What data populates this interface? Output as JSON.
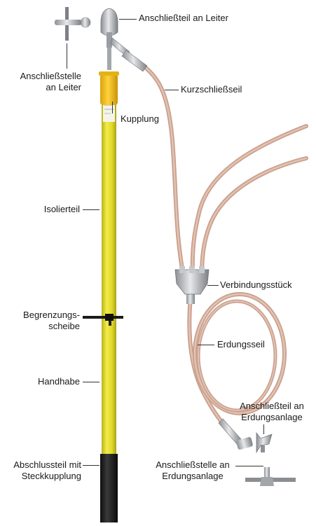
{
  "labels": {
    "anschlussteil_leiter": "Anschließteil an Leiter",
    "anschlussstelle_leiter_1": "Anschließstelle",
    "anschlussstelle_leiter_2": "an Leiter",
    "kurzschliessseil": "Kurzschließseil",
    "kupplung": "Kupplung",
    "isolierteil": "Isolierteil",
    "verbindungsstueck": "Verbindungsstück",
    "begrenzungsscheibe_1": "Begrenzungs-",
    "begrenzungsscheibe_2": "scheibe",
    "erdungsseil": "Erdungsseil",
    "handhabe": "Handhabe",
    "anschlussteil_erdung_1": "Anschließteil an",
    "anschlussteil_erdung_2": "Erdungsanlage",
    "anschlussstelle_erdung_1": "Anschließstelle an",
    "anschlussstelle_erdung_2": "Erdungsanlage",
    "abschlussteil_1": "Abschlussteil mit",
    "abschlussteil_2": "Steckkupplung"
  },
  "colors": {
    "pole_yellow": "#e3dc2a",
    "coupling_yellow": "#f2c21a",
    "grip_black": "#1c1c1c",
    "cable": "#d2ab98",
    "metal": "#b9bcc0"
  }
}
